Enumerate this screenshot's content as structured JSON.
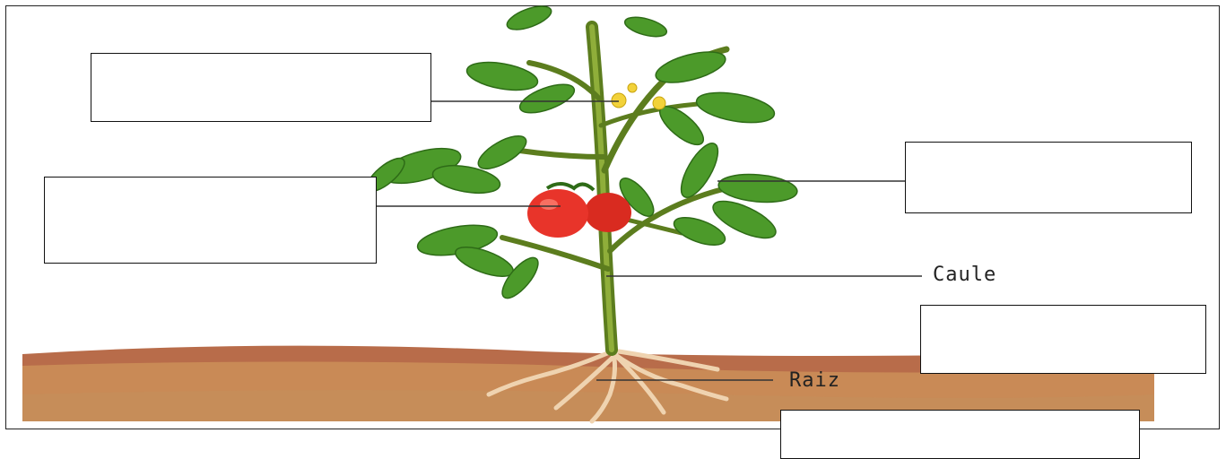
{
  "diagram": {
    "labels": {
      "stem": "Caule",
      "root": "Raiz"
    },
    "blank_boxes": [
      {
        "id": "flower",
        "value": ""
      },
      {
        "id": "fruit",
        "value": ""
      },
      {
        "id": "leaf",
        "value": ""
      },
      {
        "id": "soil",
        "value": ""
      },
      {
        "id": "root-area",
        "value": ""
      }
    ]
  }
}
